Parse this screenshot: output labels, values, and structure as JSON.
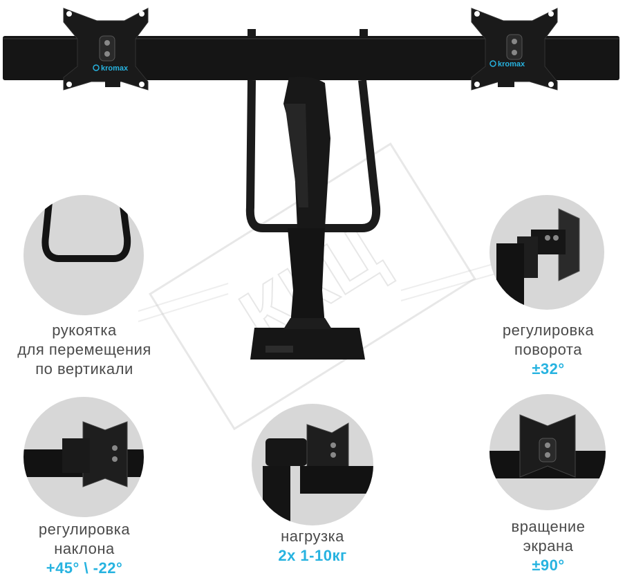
{
  "brand": {
    "left_logo": "kromax",
    "right_logo": "kromax"
  },
  "watermark": "ККЦ",
  "features": {
    "handle": {
      "lines": [
        "рукоятка",
        "для перемещения",
        "по вертикали"
      ]
    },
    "swivel": {
      "lines": [
        "регулировка",
        "поворота"
      ],
      "value": "±32°"
    },
    "tilt": {
      "lines": [
        "регулировка",
        "наклона"
      ],
      "value": "+45° \\ -22°"
    },
    "load": {
      "lines": [
        "нагрузка"
      ],
      "value": "2х 1-10кг"
    },
    "rotation": {
      "lines": [
        "вращение",
        "экрана"
      ],
      "value": "±90°"
    }
  },
  "colors": {
    "accent": "#27b3e0",
    "text": "#4a4a4a",
    "product": "#151515",
    "circle_bg": "#d7d7d7"
  }
}
